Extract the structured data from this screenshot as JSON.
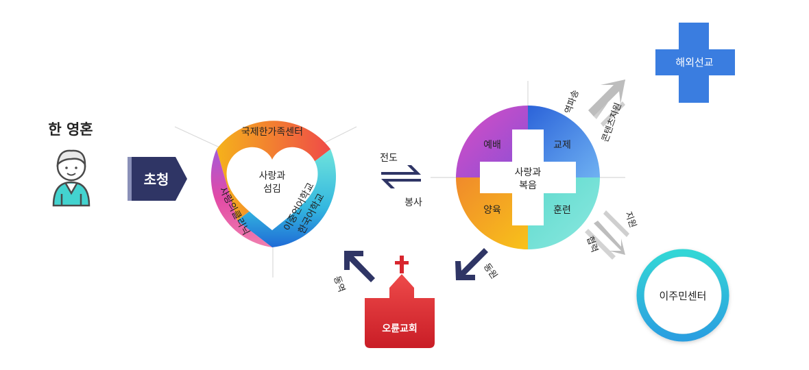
{
  "person": {
    "title": "한 영혼",
    "icon": "person-icon"
  },
  "invite": {
    "label": "초청",
    "color": "#2f3565"
  },
  "heart_ring": {
    "center_line1": "사랑과",
    "center_line2": "섬김",
    "top": "국제한가족센터",
    "left": "사랑의클리닉",
    "right_line1": "이중언어학교",
    "right_line2": "한국어학교"
  },
  "exchange": {
    "top": "전도",
    "bottom": "봉사",
    "color": "#2f3565"
  },
  "cross_circle": {
    "center_line1": "사랑과",
    "center_line2": "복음",
    "quadrants": [
      "예배",
      "교제",
      "양육",
      "훈련"
    ]
  },
  "mission": {
    "label": "해외선교",
    "color": "#3a7de0",
    "arrow_left": "역파송",
    "arrow_right": "콘텐츠지원"
  },
  "migrant_center": {
    "label": "이주민센터",
    "arrow_right": "지원",
    "arrow_left": "협력"
  },
  "church": {
    "label": "오륜교회",
    "color": "#d8262e"
  },
  "arrows": {
    "mobilize": "동원",
    "fellowship": "동역"
  }
}
